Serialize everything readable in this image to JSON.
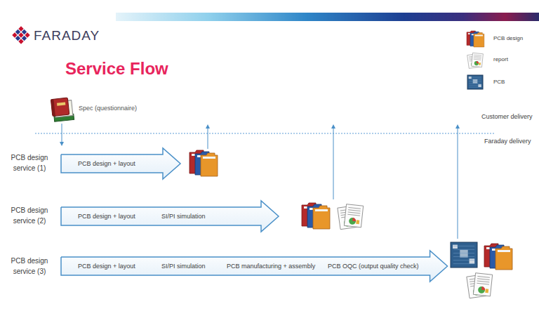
{
  "diagram": {
    "title": "Service Flow",
    "nodes": [
      {
        "text": [
          "PCB design + layout"
        ]
      },
      {
        "text": [
          "PCB design + layout",
          "SI/PI simulation"
        ]
      },
      {
        "text": [
          "PCB design + layout",
          "SI/PI simulation",
          "PCB manufacturing + assembly",
          "PCB OQC (output quality check)"
        ]
      }
    ],
    "labels": [
      "FARADAY",
      "Spec (questionnaire)",
      "Customer delivery",
      "Faraday delivery",
      "PCB design service (1)",
      "PCB design service (2)",
      "PCB design service (3)"
    ],
    "legend": [
      {
        "text": "PCB design"
      },
      {
        "text": "report"
      },
      {
        "text": "PCB"
      }
    ]
  }
}
